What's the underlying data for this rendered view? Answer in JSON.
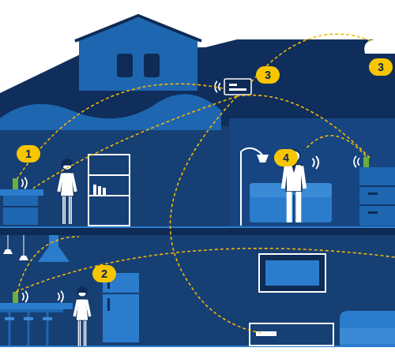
{
  "diagram": {
    "labels": [
      "3",
      "3",
      "1",
      "4",
      "2"
    ]
  }
}
